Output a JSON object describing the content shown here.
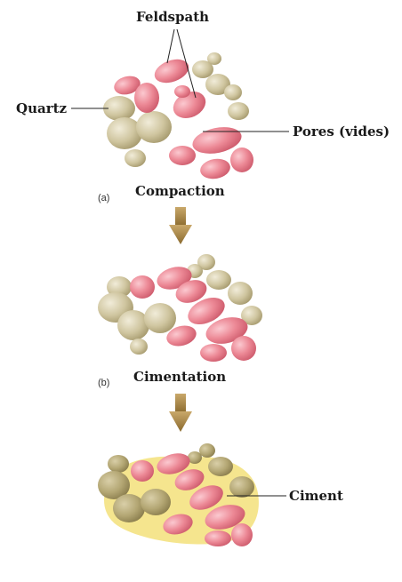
{
  "labels": {
    "feldspath": "Feldspath",
    "quartz": "Quartz",
    "pores": "Pores (vides)",
    "compaction": "Compaction",
    "cimentation": "Cimentation",
    "ciment": "Ciment"
  },
  "panels": {
    "a": "(a)",
    "b": "(b)"
  },
  "colors": {
    "feldspar": "#e9808e",
    "feldspar_light": "#f6b6bf",
    "quartz": "#c7bd97",
    "quartz_light": "#ebe5cf",
    "cement": "#f4e27a",
    "arrow": "#9c7a3a"
  }
}
